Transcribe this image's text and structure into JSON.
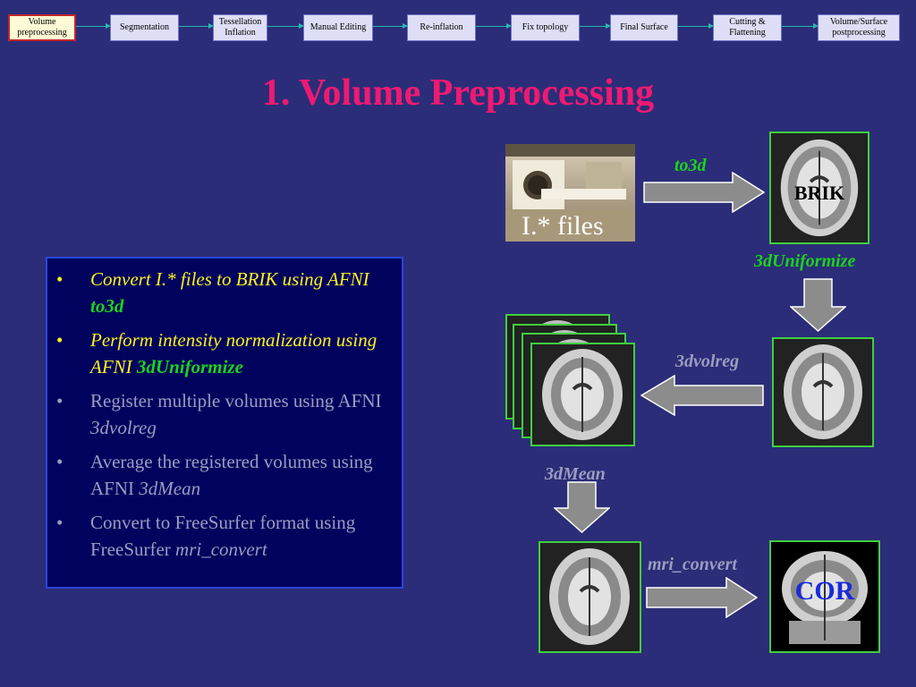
{
  "pipeline": {
    "steps": [
      {
        "label": "Volume\npreprocessing",
        "active": true
      },
      {
        "label": "Segmentation",
        "active": false
      },
      {
        "label": "Tessellation\nInflation",
        "active": false
      },
      {
        "label": "Manual Editing",
        "active": false
      },
      {
        "label": "Re-inflation",
        "active": false
      },
      {
        "label": "Fix topology",
        "active": false
      },
      {
        "label": "Final Surface",
        "active": false
      },
      {
        "label": "Cutting &\nFlattening",
        "active": false
      },
      {
        "label": "Volume/Surface\npostprocessing",
        "active": false
      }
    ]
  },
  "title": "1.  Volume Preprocessing",
  "bullets": [
    {
      "text": "Convert I.* files to BRIK using AFNI ",
      "cmd": "to3d",
      "state": "highlight"
    },
    {
      "text": "Perform intensity normalization using AFNI ",
      "cmd": "3dUniformize",
      "state": "highlight"
    },
    {
      "text": "Register multiple volumes using AFNI ",
      "cmd": "3dvolreg",
      "state": "dim"
    },
    {
      "text": "Average the registered volumes using AFNI ",
      "cmd": "3dMean",
      "state": "dim"
    },
    {
      "text": "Convert to FreeSurfer format using FreeSurfer ",
      "cmd": "mri_convert",
      "state": "dim"
    }
  ],
  "diagram": {
    "files_label": "I.* files",
    "brik_label": "BRIK",
    "cor_label": "COR",
    "cmd_to3d": "to3d",
    "cmd_uniformize": "3dUniformize",
    "cmd_volreg": "3dvolreg",
    "cmd_mean": "3dMean",
    "cmd_convert": "mri_convert"
  },
  "colors": {
    "background": "#2b2d78",
    "title": "#ee1a72",
    "highlight_text": "#fdf21e",
    "command_green": "#1bd41b",
    "dim_text": "#9a9dbf",
    "frame_border": "#3fcf3f",
    "cor_label": "#1b2bd8"
  }
}
